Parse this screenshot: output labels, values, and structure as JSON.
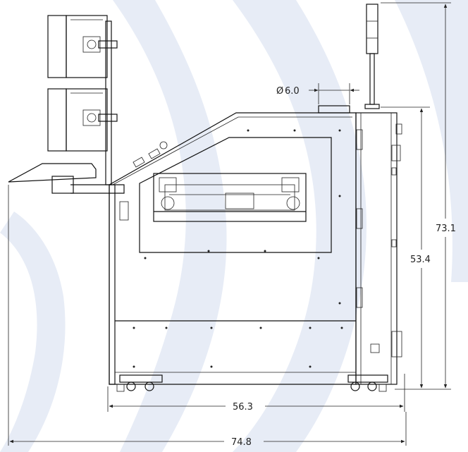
{
  "colors": {
    "watermark": "#dfe6f3",
    "line": "#111111",
    "background": "#ffffff"
  },
  "dimensions": {
    "top_diameter": "6.0",
    "diameter_symbol": "Ø",
    "height_overall": "73.1",
    "height_cabinet": "53.4",
    "width_cabinet": "56.3",
    "width_overall": "74.8"
  }
}
